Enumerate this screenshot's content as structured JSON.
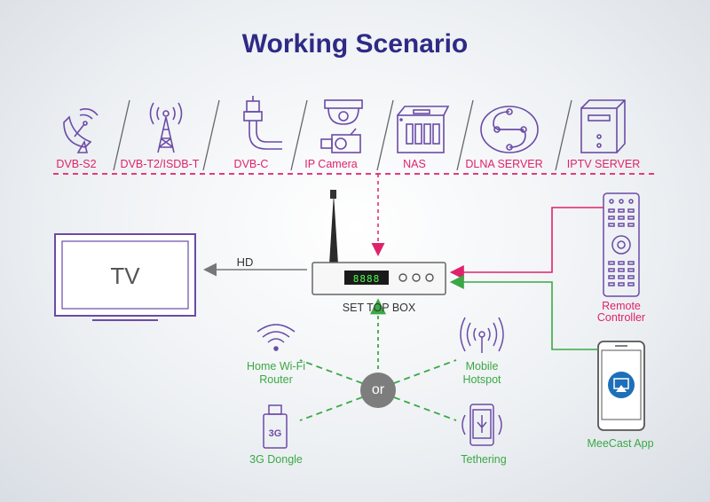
{
  "title": "Working Scenario",
  "sources": [
    {
      "label": "DVB-S2",
      "icon": "satellite-dish-icon"
    },
    {
      "label": "DVB-T2/ISDB-T",
      "icon": "antenna-tower-icon"
    },
    {
      "label": "DVB-C",
      "icon": "coax-cable-icon"
    },
    {
      "label": "IP Camera",
      "icon": "ip-camera-icon"
    },
    {
      "label": "NAS",
      "icon": "nas-icon"
    },
    {
      "label": "DLNA SERVER",
      "icon": "dlna-icon"
    },
    {
      "label": "IPTV SERVER",
      "icon": "server-tower-icon"
    }
  ],
  "tv": {
    "label": "TV",
    "link_label": "HD"
  },
  "stb": {
    "label": "SET TOP BOX",
    "display": "8888"
  },
  "remote": {
    "label_line1": "Remote",
    "label_line2": "Controller"
  },
  "app": {
    "label": "MeeCast App"
  },
  "hub": {
    "label": "or"
  },
  "network": {
    "wifi": {
      "line1": "Home Wi-Fi",
      "line2": "Router"
    },
    "hotspot": {
      "line1": "Mobile",
      "line2": "Hotspot"
    },
    "dongle": {
      "label": "3G Dongle",
      "badge": "3G"
    },
    "tethering": {
      "label": "Tethering"
    }
  },
  "colors": {
    "title": "#2e2a86",
    "icon": "#6b4ba6",
    "red": "#e0226a",
    "green": "#3aa845",
    "grey": "#777777"
  }
}
